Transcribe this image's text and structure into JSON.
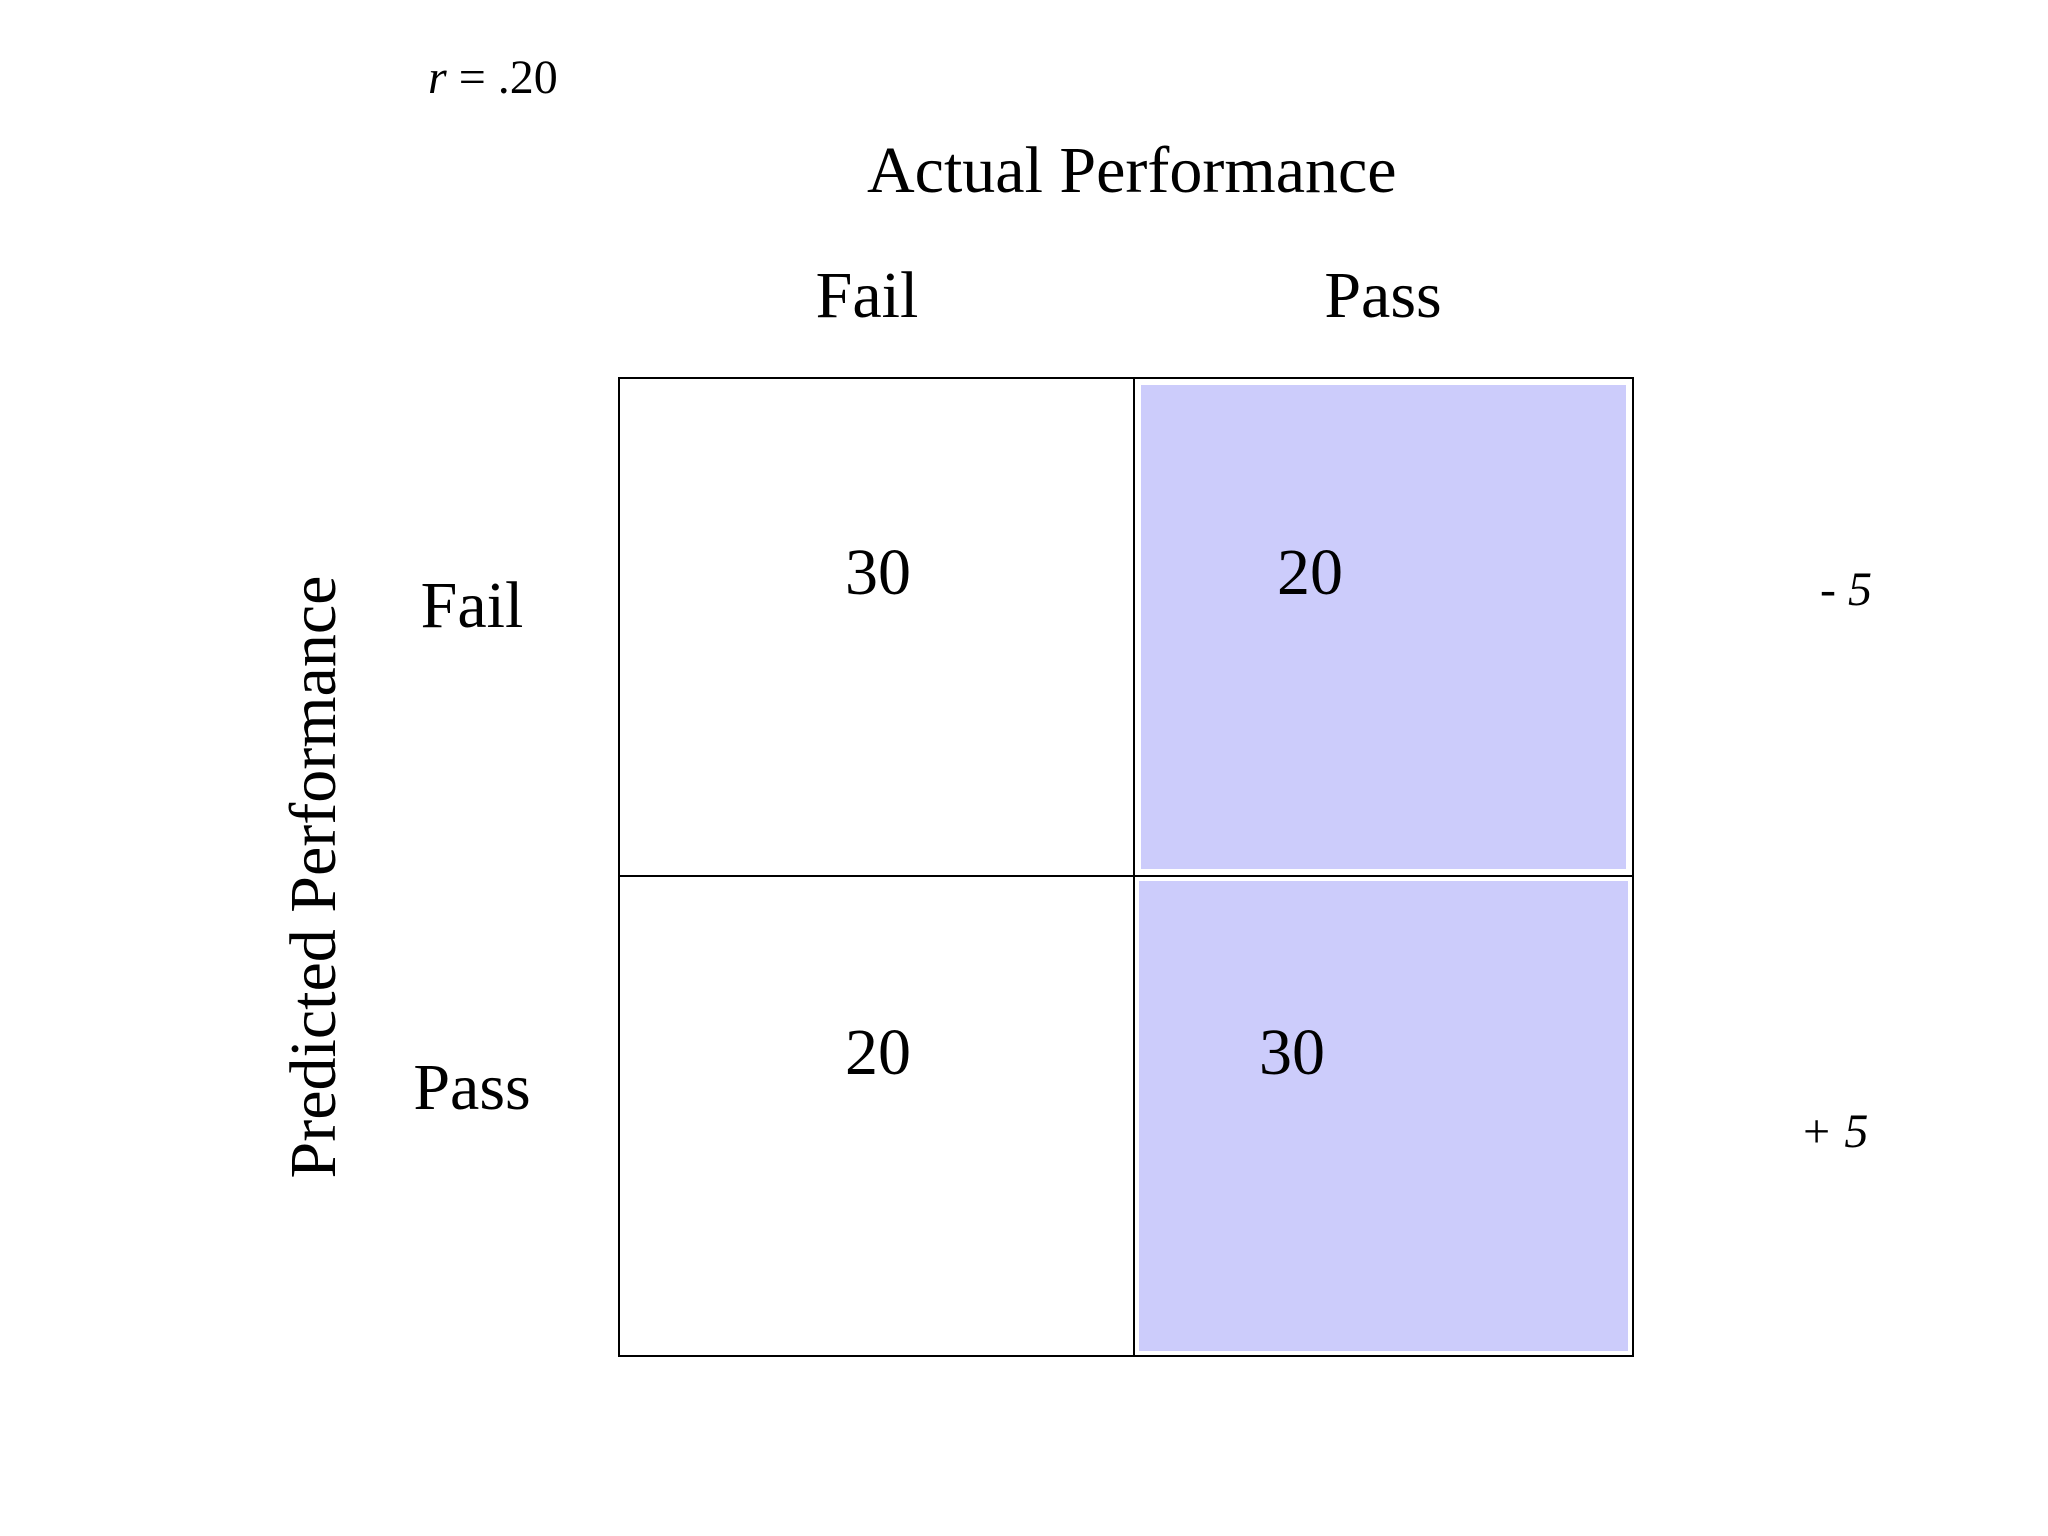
{
  "correlation": {
    "variable": "r",
    "rest": " = .20"
  },
  "actual_axis": {
    "title": "Actual Performance",
    "columns": [
      "Fail",
      "Pass"
    ]
  },
  "predicted_axis": {
    "title": "Predicted Performance",
    "rows": [
      "Fail",
      "Pass"
    ]
  },
  "table": {
    "cells": [
      [
        "30",
        "20"
      ],
      [
        "20",
        "30"
      ]
    ],
    "highlight_color": "#ccccfb"
  },
  "row_margins": [
    "- 5",
    "+ 5"
  ]
}
